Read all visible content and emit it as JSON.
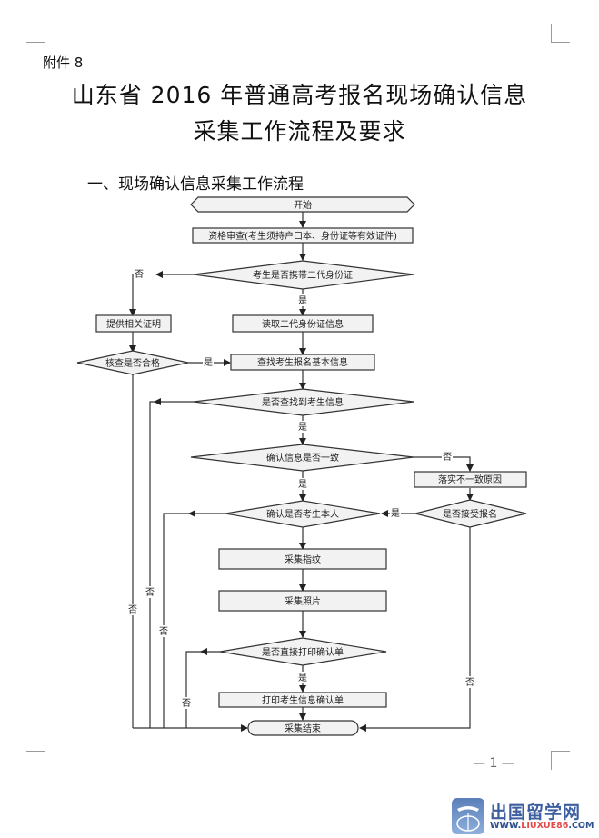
{
  "document": {
    "attachment_label": "附件 8",
    "title_line1": "山东省 2016 年普通高考报名现场确认信息",
    "title_line2": "采集工作流程及要求",
    "section_heading": "一、现场确认信息采集工作流程",
    "page_number": "— 1 —"
  },
  "flowchart": {
    "nodes": {
      "start": "开始",
      "qualification_check": "资格审查(考生须持户口本、身份证等有效证件)",
      "has_id_card": "考生是否携带二代身份证",
      "provide_proof": "提供相关证明",
      "check_qualified": "核查是否合格",
      "read_id_card": "读取二代身份证信息",
      "find_basic_info": "查找考生报名基本信息",
      "found_info": "是否查找到考生信息",
      "info_consistent": "确认信息是否一致",
      "verify_inconsistency": "落实不一致原因",
      "accept_registration": "是否接受报名",
      "is_candidate": "确认是否考生本人",
      "collect_fingerprint": "采集指纹",
      "collect_photo": "采集照片",
      "print_directly": "是否直接打印确认单",
      "print_confirmation": "打印考生信息确认单",
      "end": "采集结束"
    },
    "labels": {
      "yes": "是",
      "no": "否"
    }
  },
  "watermark": {
    "name": "出国留学网",
    "url_prefix": "WWW.",
    "url_highlight": "LIUXUE86",
    "url_suffix": ".COM"
  }
}
